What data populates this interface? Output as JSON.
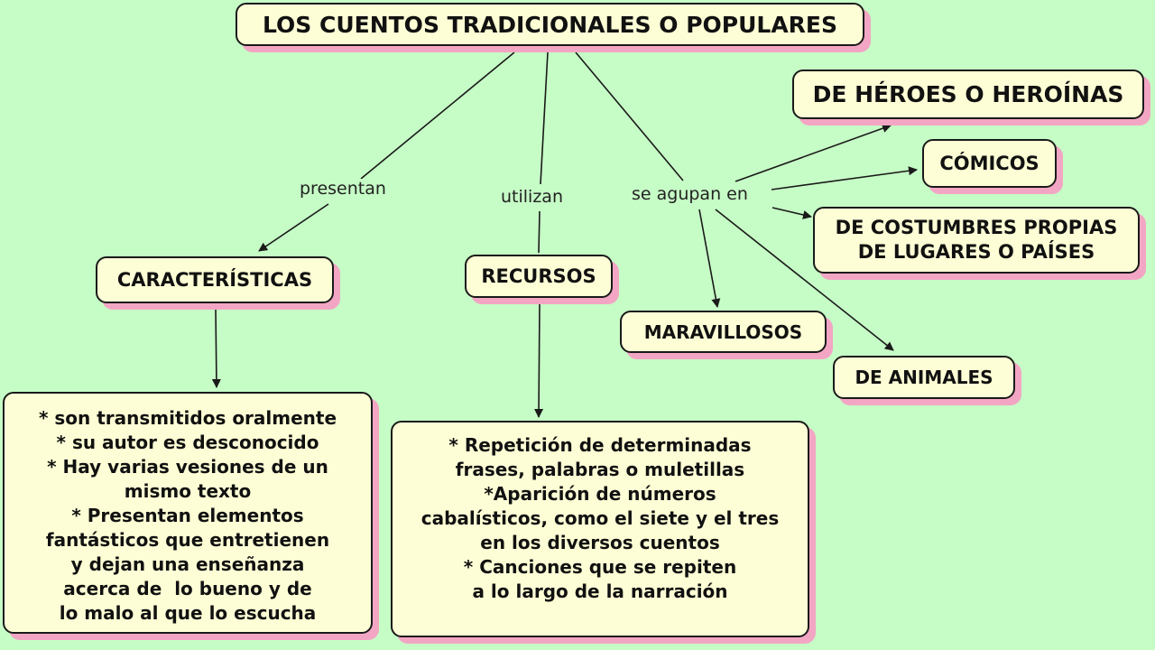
{
  "title": "LOS CUENTOS TRADICIONALES O POPULARES",
  "links": {
    "presentan": "presentan",
    "utilizan": "utilizan",
    "agrupan": "se agupan en"
  },
  "nodes": {
    "caracteristicas": "CARACTERÍSTICAS",
    "recursos": "RECURSOS",
    "heroes": "DE HÉROES O HEROÍNAS",
    "comicos": "CÓMICOS",
    "costumbres": [
      "DE COSTUMBRES PROPIAS",
      "DE LUGARES O PAÍSES"
    ],
    "maravillosos": "MARAVILLOSOS",
    "animales": "DE ANIMALES"
  },
  "caracteristicas_list": [
    "* son transmitidos oralmente",
    "* su autor es desconocido",
    "* Hay varias vesiones de un",
    "mismo texto",
    "* Presentan elementos",
    "fantásticos que entretienen",
    "y dejan una enseñanza",
    "acerca de  lo bueno y de",
    "lo malo al que lo escucha"
  ],
  "recursos_list": [
    "* Repetición de determinadas",
    "frases, palabras o muletillas",
    "*Aparición de números",
    "cabalísticos, como el siete y el tres",
    "en los diversos cuentos",
    "* Canciones que se repiten",
    "a lo largo de la narración"
  ],
  "colors": {
    "background": "#c6fcc6",
    "node_fill": "#fefed6",
    "node_shadow": "#f3a6c4",
    "line": "#1a1a1a"
  }
}
